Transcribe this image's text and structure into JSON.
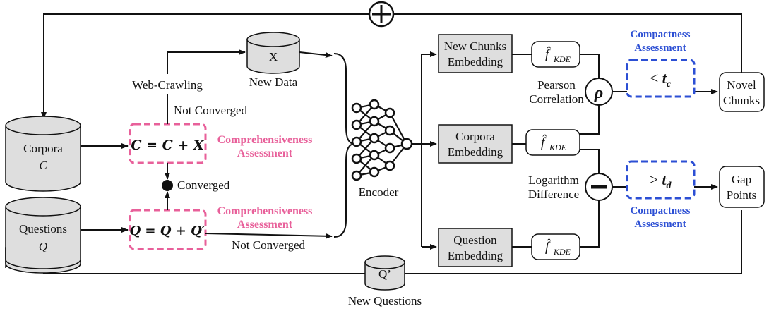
{
  "db": {
    "new_data_symbol": "X",
    "new_data_caption": "New Data",
    "corpora_label": "Corpora",
    "corpora_symbol": "C",
    "questions_label": "Questions",
    "questions_symbol": "Q",
    "new_questions_symbol": "Q’",
    "new_questions_caption": "New Questions"
  },
  "flow": {
    "web_crawling": "Web-Crawling",
    "not_converged_top": "Not Converged",
    "converged": "Converged",
    "not_converged_bottom": "Not Converged"
  },
  "update": {
    "corpus_eq": "C = C + X",
    "question_eq": "Q = Q + Q′"
  },
  "assessment": {
    "comprehensiveness_1": "Comprehensiveness",
    "comprehensiveness_2": "Assessment",
    "compactness_1": "Compactness",
    "compactness_2": "Assessment"
  },
  "encoder": {
    "label": "Encoder"
  },
  "embeddings": {
    "new_chunks_1": "New Chunks",
    "new_chunks_2": "Embedding",
    "corpora_1": "Corpora",
    "corpora_2": "Embedding",
    "question_1": "Question",
    "question_2": "Embedding"
  },
  "kde": {
    "f": "f̂",
    "sub": "KDE"
  },
  "ops": {
    "rho": "ρ",
    "minus": "−",
    "plus": "+",
    "pearson_1": "Pearson",
    "pearson_2": "Correlation",
    "log_1": "Logarithm",
    "log_2": "Difference"
  },
  "thresholds": {
    "lt": "< ",
    "t": "t",
    "c": "c",
    "gt": "> ",
    "d": "d"
  },
  "outputs": {
    "novel_1": "Novel",
    "novel_2": "Chunks",
    "gap_1": "Gap",
    "gap_2": "Points"
  },
  "colors": {
    "pink": "#e8609a",
    "blue": "#2c4fd4",
    "gray_fill": "#dedede"
  }
}
